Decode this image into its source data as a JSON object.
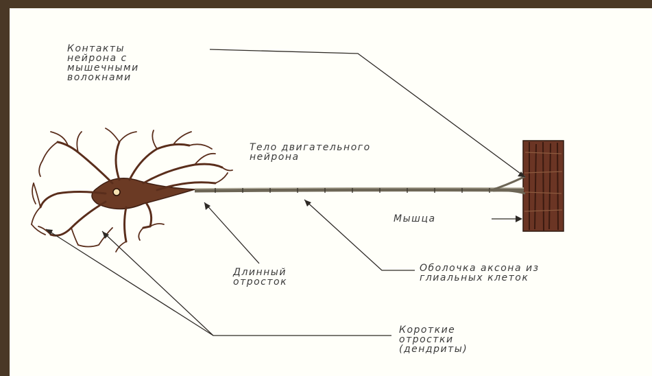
{
  "labels": {
    "contacts": "Контакты\nнейрона с\nмышечными\nволокнами",
    "body": "Тело двигательного\nнейрона",
    "muscle": "Мышца",
    "long_process": "Длинный\nотросток",
    "sheath": "Оболочка аксона из\nглиальных клеток",
    "short_processes": "Короткие\nотростки\n(дендриты)"
  },
  "colors": {
    "frame": "#4a3826",
    "paper": "#fffff9",
    "ink": "#2e2a26",
    "neuron": "#5a2e1c",
    "muscle": "#6b3524",
    "axon": "#7a7464"
  }
}
